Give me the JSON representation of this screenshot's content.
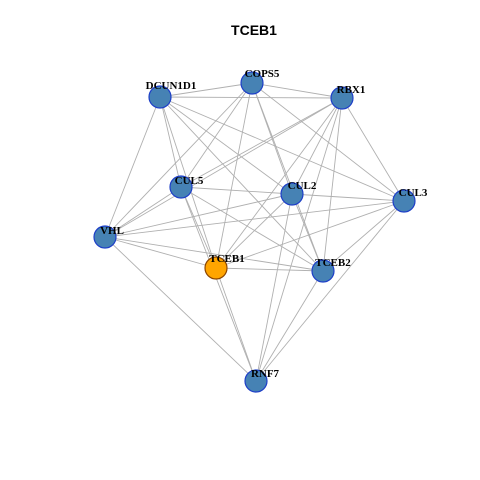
{
  "title": "TCEB1",
  "colors": {
    "node_fill": "#4682B4",
    "node_stroke": "#1E3FC8",
    "focus_fill": "#FFA500",
    "focus_stroke": "#8B4500",
    "edge": "#B0B0B0"
  },
  "nodes": [
    {
      "id": "DCUN1D1",
      "label": "DCUN1D1"
    },
    {
      "id": "COPS5",
      "label": "COPS5"
    },
    {
      "id": "RBX1",
      "label": "RBX1"
    },
    {
      "id": "CUL5",
      "label": "CUL5"
    },
    {
      "id": "CUL2",
      "label": "CUL2"
    },
    {
      "id": "CUL3",
      "label": "CUL3"
    },
    {
      "id": "VHL",
      "label": "VHL"
    },
    {
      "id": "TCEB1",
      "label": "TCEB1",
      "focus": true
    },
    {
      "id": "TCEB2",
      "label": "TCEB2"
    },
    {
      "id": "RNF7",
      "label": "RNF7"
    }
  ],
  "edges": [
    [
      "DCUN1D1",
      "COPS5"
    ],
    [
      "DCUN1D1",
      "RBX1"
    ],
    [
      "DCUN1D1",
      "CUL5"
    ],
    [
      "DCUN1D1",
      "CUL2"
    ],
    [
      "DCUN1D1",
      "CUL3"
    ],
    [
      "DCUN1D1",
      "VHL"
    ],
    [
      "DCUN1D1",
      "TCEB1"
    ],
    [
      "DCUN1D1",
      "TCEB2"
    ],
    [
      "COPS5",
      "RBX1"
    ],
    [
      "COPS5",
      "CUL5"
    ],
    [
      "COPS5",
      "CUL2"
    ],
    [
      "COPS5",
      "CUL3"
    ],
    [
      "COPS5",
      "VHL"
    ],
    [
      "COPS5",
      "TCEB1"
    ],
    [
      "COPS5",
      "TCEB2"
    ],
    [
      "RBX1",
      "CUL5"
    ],
    [
      "RBX1",
      "CUL2"
    ],
    [
      "RBX1",
      "CUL3"
    ],
    [
      "RBX1",
      "VHL"
    ],
    [
      "RBX1",
      "TCEB1"
    ],
    [
      "RBX1",
      "TCEB2"
    ],
    [
      "RBX1",
      "RNF7"
    ],
    [
      "CUL5",
      "CUL2"
    ],
    [
      "CUL5",
      "VHL"
    ],
    [
      "CUL5",
      "TCEB1"
    ],
    [
      "CUL5",
      "TCEB2"
    ],
    [
      "CUL5",
      "RNF7"
    ],
    [
      "CUL2",
      "CUL3"
    ],
    [
      "CUL2",
      "VHL"
    ],
    [
      "CUL2",
      "TCEB1"
    ],
    [
      "CUL2",
      "TCEB2"
    ],
    [
      "CUL2",
      "RNF7"
    ],
    [
      "CUL3",
      "VHL"
    ],
    [
      "CUL3",
      "TCEB1"
    ],
    [
      "CUL3",
      "TCEB2"
    ],
    [
      "CUL3",
      "RNF7"
    ],
    [
      "VHL",
      "TCEB1"
    ],
    [
      "VHL",
      "TCEB2"
    ],
    [
      "VHL",
      "RNF7"
    ],
    [
      "TCEB1",
      "TCEB2"
    ],
    [
      "TCEB1",
      "RNF7"
    ],
    [
      "TCEB2",
      "RNF7"
    ]
  ]
}
